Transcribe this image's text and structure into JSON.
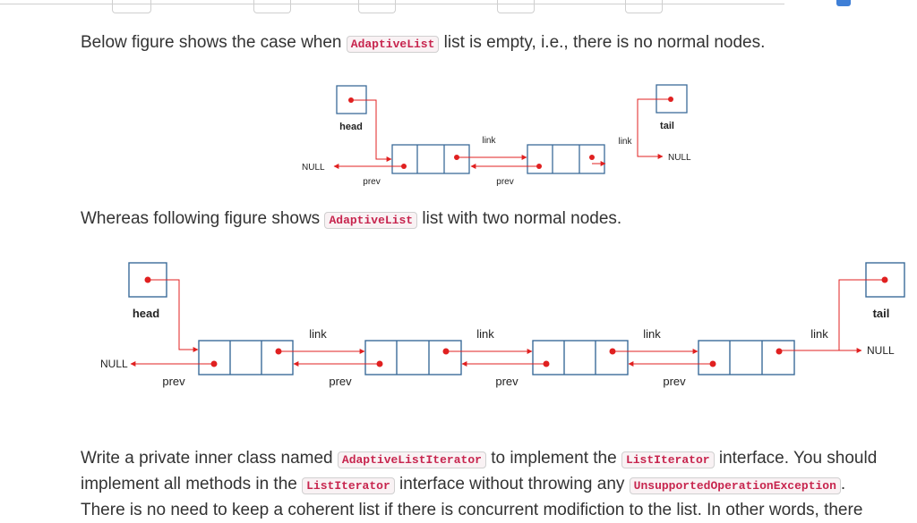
{
  "intro": {
    "pre": "Below figure shows the case when ",
    "code": "AdaptiveList",
    "post": " list is empty, i.e., there is no normal nodes."
  },
  "middle": {
    "pre": "Whereas following figure shows ",
    "code": "AdaptiveList",
    "post": " list with two normal nodes."
  },
  "diagram_empty": {
    "head_label": "head",
    "tail_label": "tail",
    "link_label": "link",
    "prev_label": "prev",
    "null_left": "NULL",
    "null_right": "NULL"
  },
  "diagram_two": {
    "head_label": "head",
    "tail_label": "tail",
    "link_label": "link",
    "prev_label": "prev",
    "null_left": "NULL",
    "null_right": "NULL"
  },
  "task": {
    "l1_pre": "Write a private inner class named ",
    "l1_code1": "AdaptiveListIterator",
    "l1_mid": " to implement the ",
    "l1_code2": "ListIterator",
    "l1_post": " interface. You should",
    "l2_pre": "implement all methods in the ",
    "l2_code1": "ListIterator",
    "l2_mid": " interface without throwing any ",
    "l2_code2": "UnsupportedOperationException",
    "l2_post": ".",
    "l3": "There is no need to keep a coherent list if there is concurrent modifiction to the list. In other words, there"
  },
  "colors": {
    "node_border": "#3b6b99",
    "pointer": "#e02020"
  }
}
